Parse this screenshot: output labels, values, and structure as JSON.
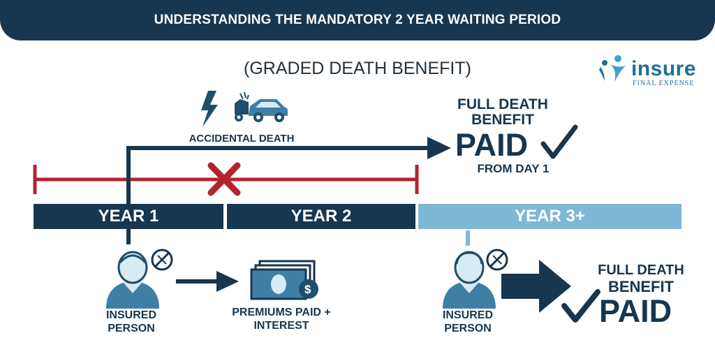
{
  "header": {
    "title": "UNDERSTANDING THE MANDATORY 2 YEAR WAITING PERIOD"
  },
  "subtitle": "(GRADED DEATH BENEFIT)",
  "logo": {
    "word": "insure",
    "tagline": "FINAL EXPENSE",
    "icon": "family-logo-icon"
  },
  "accident": {
    "label": "ACCIDENTAL DEATH",
    "icons": [
      "lightning-icon",
      "car-crash-icon"
    ]
  },
  "full_benefit_top": {
    "line1": "FULL DEATH",
    "line2": "BENEFIT",
    "line3": "PAID",
    "line4": "FROM DAY 1"
  },
  "timeline": {
    "years": [
      {
        "label": "YEAR 1",
        "color": "#17364f"
      },
      {
        "label": "YEAR 2",
        "color": "#17364f"
      },
      {
        "label": "YEAR 3+",
        "color": "#7fb8d4"
      }
    ],
    "waiting_color": "#b3232f",
    "accent": "#17364f"
  },
  "left_group": {
    "person_label": "INSURED PERSON",
    "result_label": "PREMIUMS PAID + INTEREST"
  },
  "right_group": {
    "person_label": "INSURED PERSON",
    "line1": "FULL DEATH",
    "line2": "BENEFIT",
    "line3": "PAID"
  }
}
